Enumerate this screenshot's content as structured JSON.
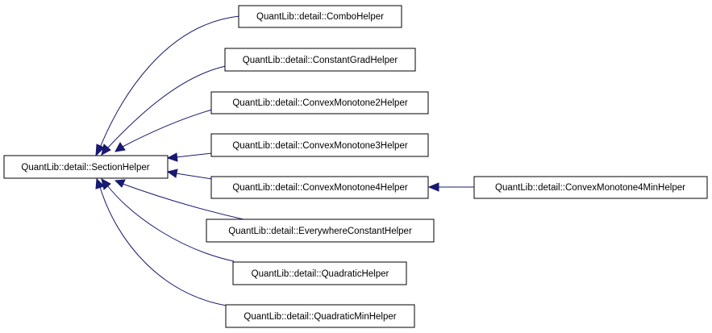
{
  "diagram": {
    "colors": {
      "edge": "#191970",
      "node_border": "#000000",
      "node_fill": "#ffffff"
    },
    "base": {
      "id": "base",
      "label": "QuantLib::detail::SectionHelper"
    },
    "derived": [
      {
        "id": "combo",
        "label": "QuantLib::detail::ComboHelper"
      },
      {
        "id": "constgrad",
        "label": "QuantLib::detail::ConstantGradHelper"
      },
      {
        "id": "cm2",
        "label": "QuantLib::detail::ConvexMonotone2Helper"
      },
      {
        "id": "cm3",
        "label": "QuantLib::detail::ConvexMonotone3Helper"
      },
      {
        "id": "cm4",
        "label": "QuantLib::detail::ConvexMonotone4Helper"
      },
      {
        "id": "everywhere",
        "label": "QuantLib::detail::EverywhereConstantHelper"
      },
      {
        "id": "quadratic",
        "label": "QuantLib::detail::QuadraticHelper"
      },
      {
        "id": "quadmin",
        "label": "QuantLib::detail::QuadraticMinHelper"
      }
    ],
    "grandchild": {
      "id": "cm4min",
      "label": "QuantLib::detail::ConvexMonotone4MinHelper",
      "parent": "cm4"
    }
  }
}
